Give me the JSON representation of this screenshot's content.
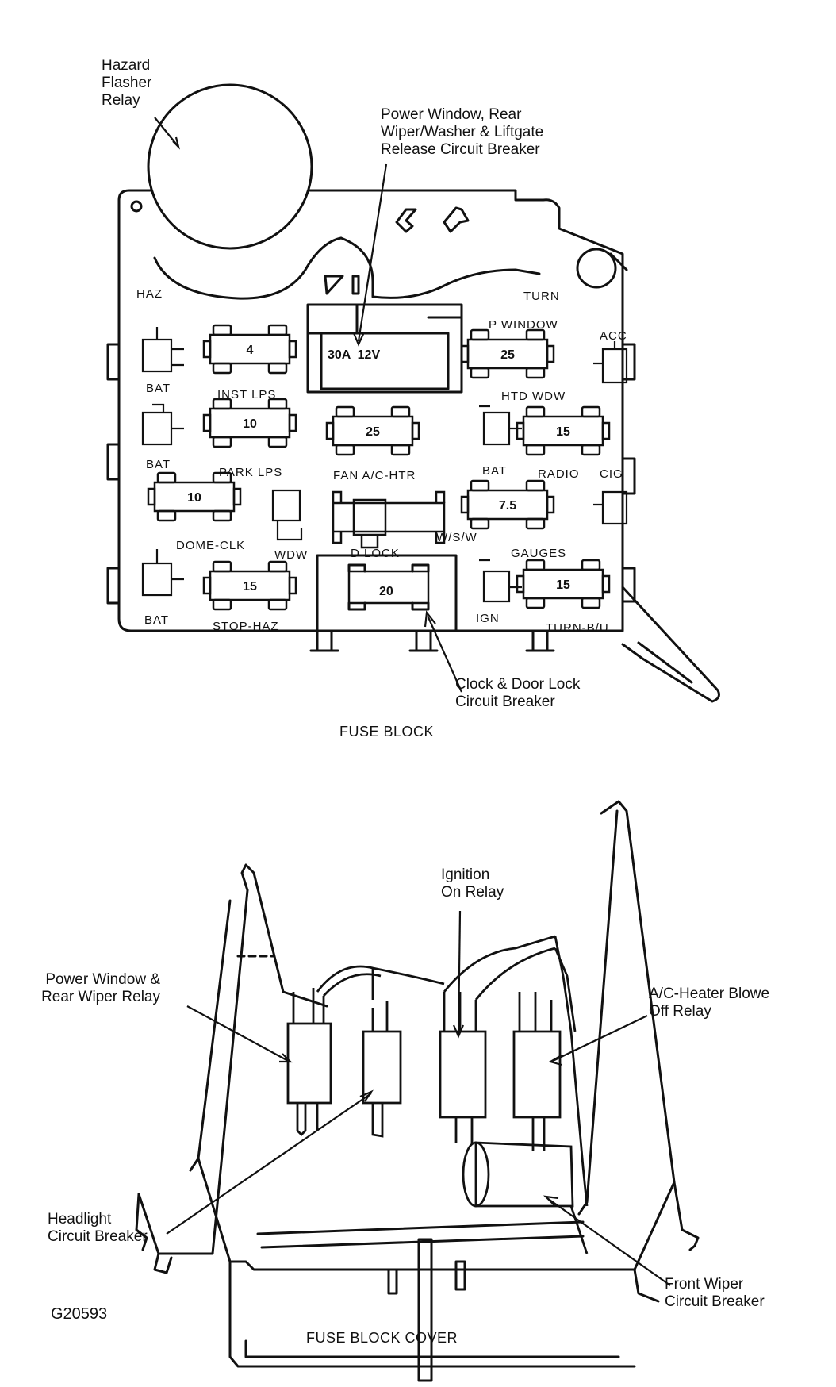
{
  "fuse_block": {
    "callouts": {
      "hazard_flasher": "Hazard\nFlasher\nRelay",
      "power_window_cb": "Power Window, Rear\nWiper/Washer & Liftgate\nRelease Circuit Breaker",
      "clock_door_lock_cb": "Clock & Door Lock\nCircuit Breaker"
    },
    "labels": {
      "haz": "HAZ",
      "turn": "TURN",
      "p_window": "P WINDOW",
      "acc": "ACC",
      "bat1": "BAT",
      "inst_lps": "INST LPS",
      "htd_wdw": "HTD WDW",
      "bat2": "BAT",
      "park_lps": "PARK LPS",
      "fan_ac_htr": "FAN A/C-HTR",
      "bat3": "BAT",
      "radio": "RADIO",
      "cig": "CIG",
      "dome_clk": "DOME-CLK",
      "wdw": "WDW",
      "d_lock": "D LOCK",
      "wsw": "W/S/W",
      "gauges": "GAUGES",
      "bat4": "BAT",
      "stop_haz": "STOP-HAZ",
      "ign": "IGN",
      "turn_bu": "TURN-B/U"
    },
    "fuses": {
      "inst_lps": "4",
      "park_lps": "10",
      "dome_clk": "10",
      "stop_haz": "15",
      "fan_ac_htr": "25",
      "p_window": "25",
      "radio": "15",
      "gauges": "7.5",
      "turn_bu": "15",
      "clock_door_lock": "20",
      "power_window_cb": "30A  12V"
    },
    "caption": "FUSE BLOCK"
  },
  "fuse_block_cover": {
    "callouts": {
      "ignition_on_relay": "Ignition\nOn Relay",
      "power_window_relay": "Power Window &\nRear Wiper Relay",
      "ac_heater_blower": "A/C-Heater Blowe\nOff Relay",
      "headlight_cb": "Headlight\nCircuit Breaker",
      "front_wiper_cb": "Front Wiper\nCircuit Breaker"
    },
    "caption": "FUSE BLOCK COVER"
  },
  "figure_id": "G20593",
  "line_color": "#111111"
}
